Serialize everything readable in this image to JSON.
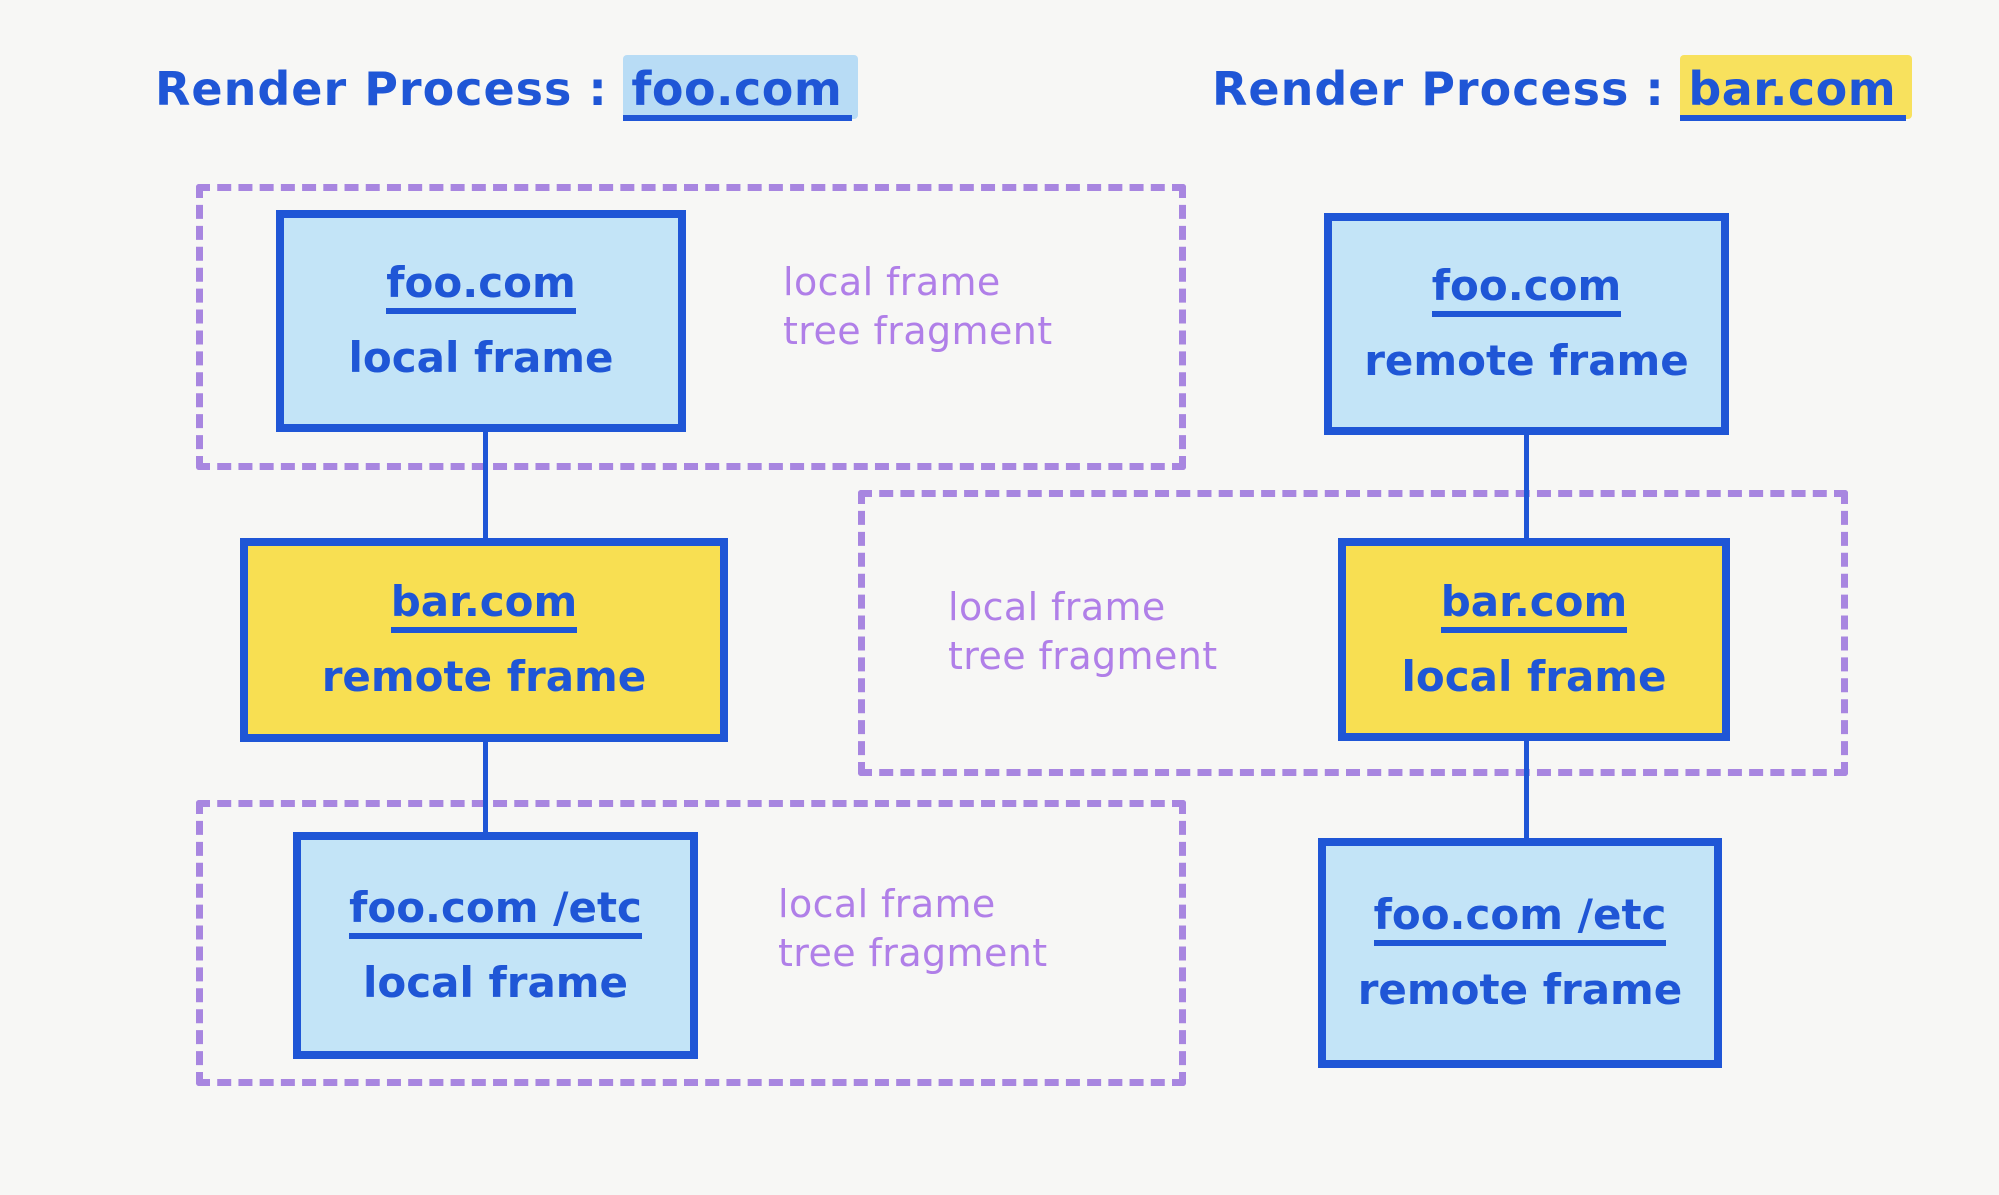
{
  "diagram": {
    "title_separator": ":",
    "background_color": "#f7f7f5",
    "ink_color": "#1f56d6",
    "fragment_color": "#a886e0",
    "blue_fill": "#c3e4f7",
    "yellow_fill": "#f8df52"
  },
  "processes": [
    {
      "label": "Render Process",
      "origin": "foo.com",
      "highlight": "#b8dcf5"
    },
    {
      "label": "Render Process",
      "origin": "bar.com",
      "highlight": "#f8e15d"
    }
  ],
  "fragments": [
    {
      "label": "local frame\ntree fragment"
    },
    {
      "label": "local frame\ntree fragment"
    },
    {
      "label": "local frame\ntree fragment"
    }
  ],
  "left_tree": [
    {
      "origin": "foo.com",
      "kind": "local frame",
      "fill": "blue"
    },
    {
      "origin": "bar.com",
      "kind": "remote frame",
      "fill": "yellow"
    },
    {
      "origin": "foo.com /etc",
      "kind": "local frame",
      "fill": "blue"
    }
  ],
  "right_tree": [
    {
      "origin": "foo.com",
      "kind": "remote frame",
      "fill": "blue"
    },
    {
      "origin": "bar.com",
      "kind": "local frame",
      "fill": "yellow"
    },
    {
      "origin": "foo.com /etc",
      "kind": "remote frame",
      "fill": "blue"
    }
  ]
}
